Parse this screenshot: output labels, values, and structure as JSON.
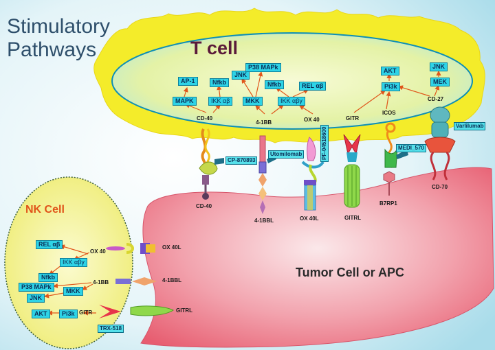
{
  "title_line1": "Stimulatory",
  "title_line2": "Pathways",
  "tcell": {
    "title": "T cell",
    "nodes": [
      "AP-1",
      "MAPK",
      "Nfkb",
      "IKK αβ",
      "JNK",
      "P38 MAPk",
      "MKK",
      "Nfkb",
      "REL αβ",
      "IKK αβγ",
      "AKT",
      "Pi3k",
      "JNK",
      "MEK"
    ],
    "receptors": [
      "CD-40",
      "4-1BB",
      "OX 40",
      "GITR",
      "ICOS",
      "CD-27"
    ]
  },
  "nk": {
    "title": "NK Cell",
    "nodes": [
      "REL αβ",
      "IKK αβγ",
      "Nfkb",
      "P38 MAPk",
      "MKK",
      "JNK",
      "AKT",
      "Pi3k"
    ],
    "receptors": [
      "OX 40",
      "4-1BB",
      "GITR"
    ]
  },
  "tumor": {
    "title": "Tumor Cell or APC",
    "ligands": [
      "CD-40",
      "4-1BBL",
      "OX 40L",
      "GITRL",
      "B7RP1",
      "CD-70"
    ],
    "nk_ligands": [
      "OX 40L",
      "4-1BBL",
      "GITRL"
    ]
  },
  "drugs": [
    "CP-870893",
    "Utomilomab",
    "PF-04518600",
    "MEDI_570",
    "Varlilumab",
    "TRX-518"
  ],
  "colors": {
    "background": "#dff3f8",
    "tcell_outer": "#f4ec2a",
    "tcell_inner": "#e6f3a6",
    "nk_fill": "#f2f08e",
    "tumor": "#ec6b7b",
    "node_box": "#2ed3e6",
    "arrow": "#e0561b",
    "title": "#2e4f6b",
    "nk_title": "#e0541a"
  }
}
